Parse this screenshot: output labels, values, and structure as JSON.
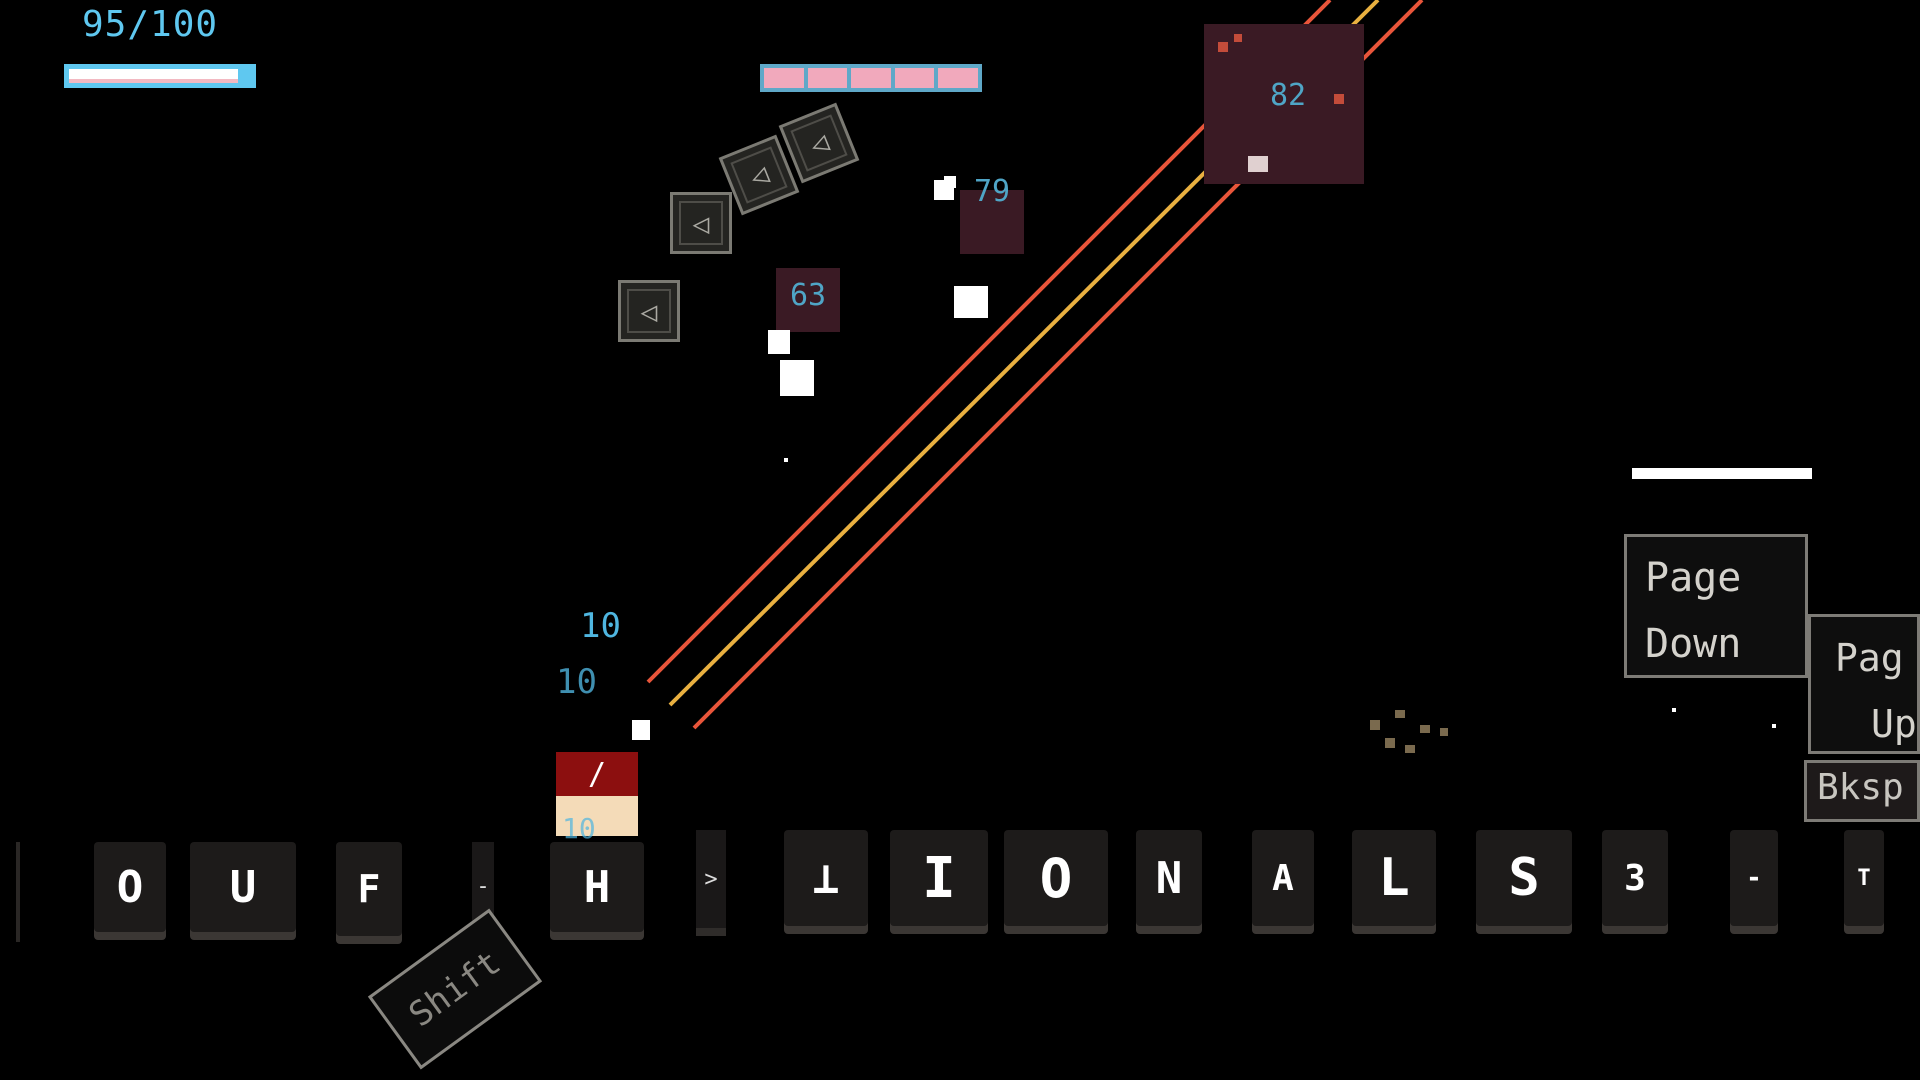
{
  "hud": {
    "player_hp_text": "95/100",
    "player_hp_fraction": 0.95,
    "boss_segments": 5
  },
  "enemies": [
    {
      "hp": "82"
    },
    {
      "hp": "79"
    },
    {
      "hp": "63"
    }
  ],
  "damage_numbers": [
    "10",
    "10",
    "10"
  ],
  "turret_blocks": [
    "◁",
    "◁",
    "◁",
    "◁"
  ],
  "player_key": {
    "glyph": "/"
  },
  "keyboard_row": [
    {
      "label": "O"
    },
    {
      "label": "U"
    },
    {
      "label": "F"
    },
    {
      "label": "-"
    },
    {
      "label": "H"
    },
    {
      "label": ">"
    },
    {
      "label": "⊥"
    },
    {
      "label": "I"
    },
    {
      "label": "O"
    },
    {
      "label": "N"
    },
    {
      "label": "A"
    },
    {
      "label": "L"
    },
    {
      "label": "S"
    },
    {
      "label": "3"
    },
    {
      "label": "-"
    },
    {
      "label": "T"
    }
  ],
  "system_keys": {
    "page_down_line1": "Page",
    "page_down_line2": "Down",
    "page_up_line1": "Pag",
    "page_up_line2": "Up",
    "backspace": "Bksp",
    "shift": "Shift"
  },
  "colors": {
    "hud_blue": "#5fc8f0",
    "boss_pink": "#f1a9bc",
    "laser_red": "#e8553a",
    "laser_yellow": "#e9b040",
    "enemy_maroon": "#3a1a24"
  }
}
